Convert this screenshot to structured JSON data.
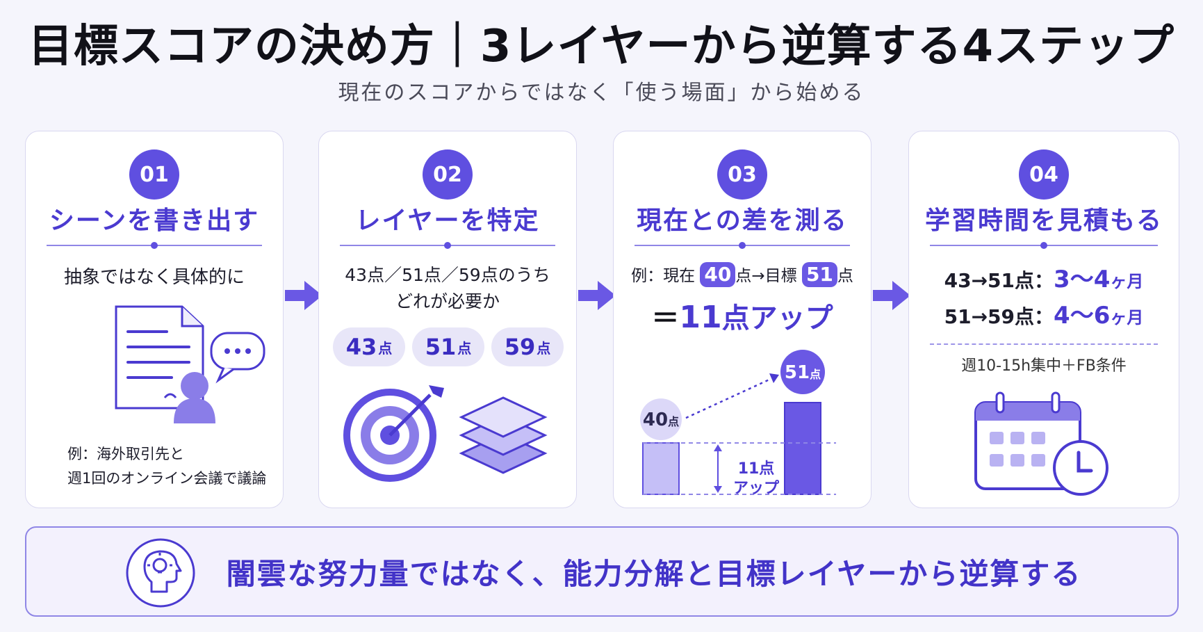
{
  "header": {
    "title": "目標スコアの決め方｜3レイヤーから逆算する4ステップ",
    "subtitle": "現在のスコアからではなく「使う場面」から始める"
  },
  "steps": [
    {
      "number": "01",
      "title": "シーンを書き出す",
      "lead": "抽象ではなく具体的に",
      "example_line1": "例：海外取引先と",
      "example_line2": "週1回のオンライン会議で議論"
    },
    {
      "number": "02",
      "title": "レイヤーを特定",
      "lead_line1": "43点／51点／59点のうち",
      "lead_line2": "どれが必要か",
      "pills": [
        {
          "value": "43",
          "unit": "点"
        },
        {
          "value": "51",
          "unit": "点"
        },
        {
          "value": "59",
          "unit": "点"
        }
      ]
    },
    {
      "number": "03",
      "title": "現在との差を測る",
      "example_prefix": "例：現在",
      "current": "40",
      "unit": "点",
      "arrow_text": "→目標",
      "target": "51",
      "result_prefix": "＝",
      "result_value": "11",
      "result_suffix": "点アップ",
      "chart_current_label": "40",
      "chart_target_label": "51",
      "chart_unit": "点",
      "gap_line1": "11点",
      "gap_line2": "アップ",
      "chart_current_value": 40,
      "chart_target_value": 51
    },
    {
      "number": "04",
      "title": "学習時間を見積もる",
      "row1_label": "43→51点：",
      "row1_value": "3〜4",
      "row1_unit": "ヶ月",
      "row2_label": "51→59点：",
      "row2_value": "4〜6",
      "row2_unit": "ヶ月",
      "condition": "週10-15h集中＋FB条件"
    }
  ],
  "footer": {
    "message": "闇雲な努力量ではなく、能力分解と目標レイヤーから逆算する"
  },
  "colors": {
    "accent": "#5f4fe0",
    "accent_dark": "#4a3ad0",
    "light": "#e8e6f8"
  }
}
